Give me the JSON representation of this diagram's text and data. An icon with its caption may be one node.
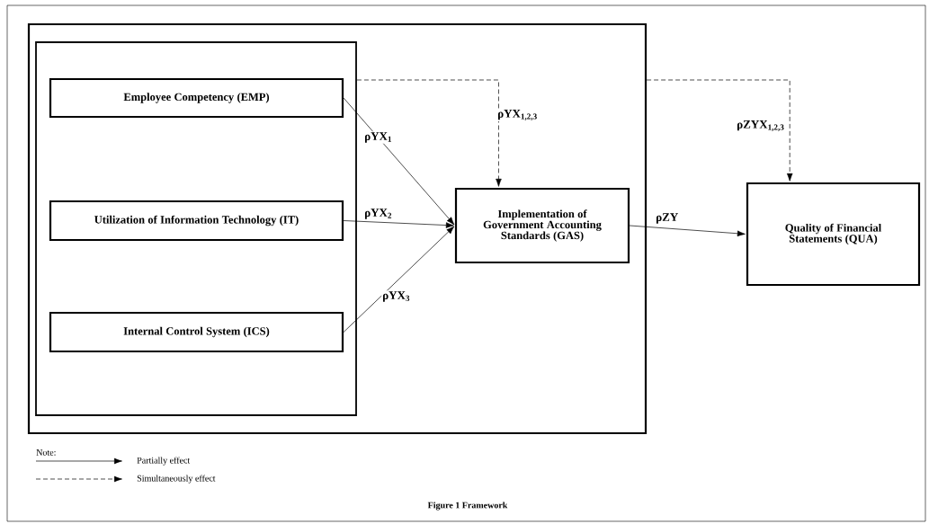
{
  "diagram": {
    "caption": "Figure 1 Framework",
    "nodes": [
      {
        "text": [],
        "shape": "box"
      },
      {
        "text": [],
        "shape": "box",
        "in": 0
      },
      {
        "text": [
          "Employee Competency (EMP)"
        ],
        "in": 1
      },
      {
        "text": [
          "Utilization of Information Technology (IT)"
        ],
        "in": 1
      },
      {
        "text": [
          "Internal Control System (ICS)"
        ],
        "in": 1
      },
      {
        "text": [
          "Implementation of Government Accounting Standards (GAS)"
        ],
        "in": 0
      },
      {
        "text": [
          "Quality of Financial Statements (QUA)"
        ]
      }
    ],
    "edges": [
      {
        "from": 2,
        "to": 5,
        "arrow": "to",
        "label": "ρYX$_{1}$"
      },
      {
        "from": 3,
        "to": 5,
        "arrow": "to",
        "label": "ρYX$_{2}$"
      },
      {
        "from": 4,
        "to": 5,
        "arrow": "to",
        "label": "ρYX$_{3}$"
      },
      {
        "from": 1,
        "to": 5,
        "arrow": "to",
        "style": "dashed",
        "label": "ρYX$_{1,2,3}$"
      },
      {
        "from": 0,
        "to": 6,
        "arrow": "to",
        "style": "dashed",
        "label": "ρZYX$_{1,2,3}$"
      },
      {
        "from": 5,
        "to": 6,
        "arrow": "to",
        "label": "ρZY"
      }
    ],
    "labels": [
      "Note:"
    ],
    "legend": [
      {
        "text": "Partially effect"
      },
      {
        "text": "Simultaneously effect"
      }
    ]
  }
}
